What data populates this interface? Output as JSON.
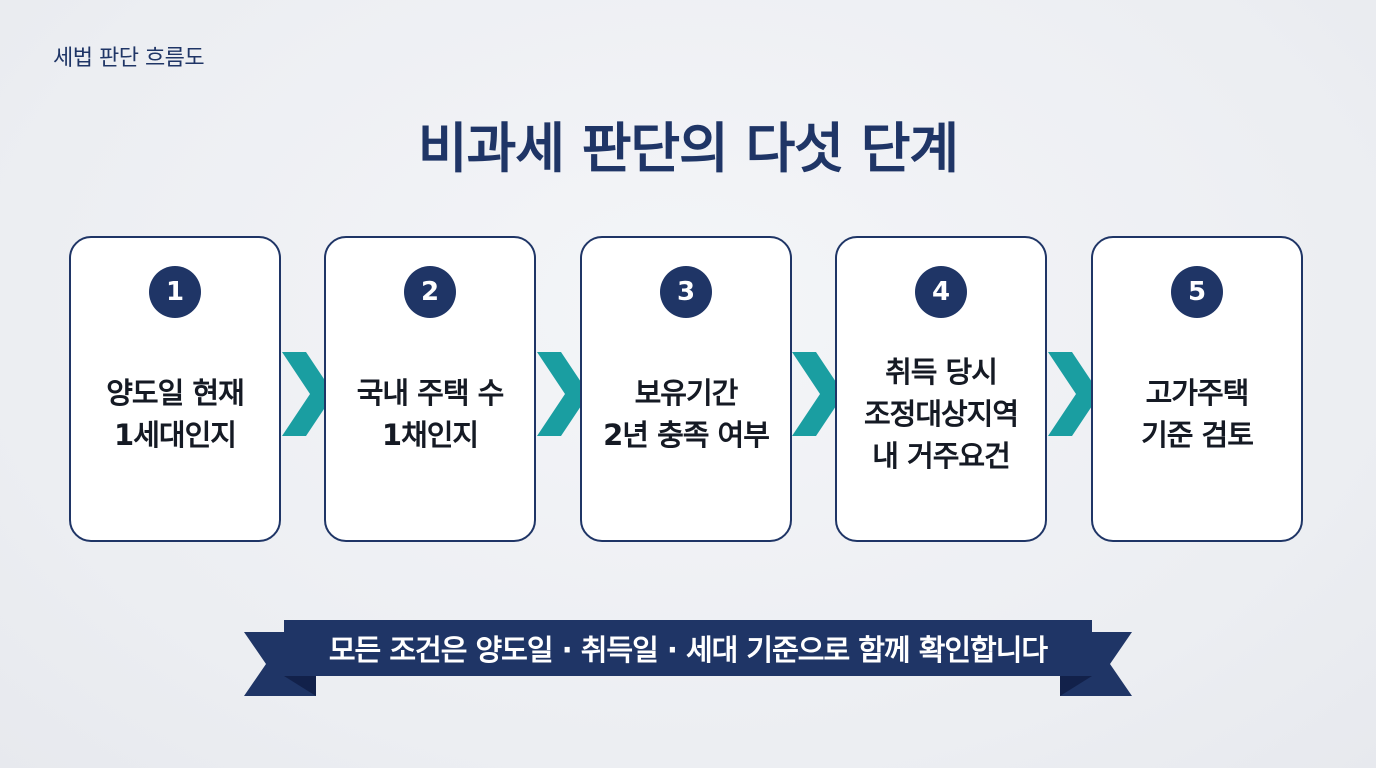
{
  "header": {
    "subtitle": "세법 판단 흐름도",
    "title": "비과세 판단의 다섯 단계"
  },
  "steps": [
    {
      "number": "1",
      "label": "양도일 현재\n1세대인지"
    },
    {
      "number": "2",
      "label": "국내 주택 수\n1채인지"
    },
    {
      "number": "3",
      "label": "보유기간\n2년 충족 여부"
    },
    {
      "number": "4",
      "label": "취득 당시\n조정대상지역\n내 거주요건"
    },
    {
      "number": "5",
      "label": "고가주택\n기준 검토"
    }
  ],
  "footer": {
    "banner_text": "모든 조건은 양도일 · 취득일 · 세대 기준으로 함께 확인합니다"
  },
  "colors": {
    "navy": "#1f3566",
    "teal_arrow": "#1a9ea1",
    "background": "#eef0f4"
  }
}
